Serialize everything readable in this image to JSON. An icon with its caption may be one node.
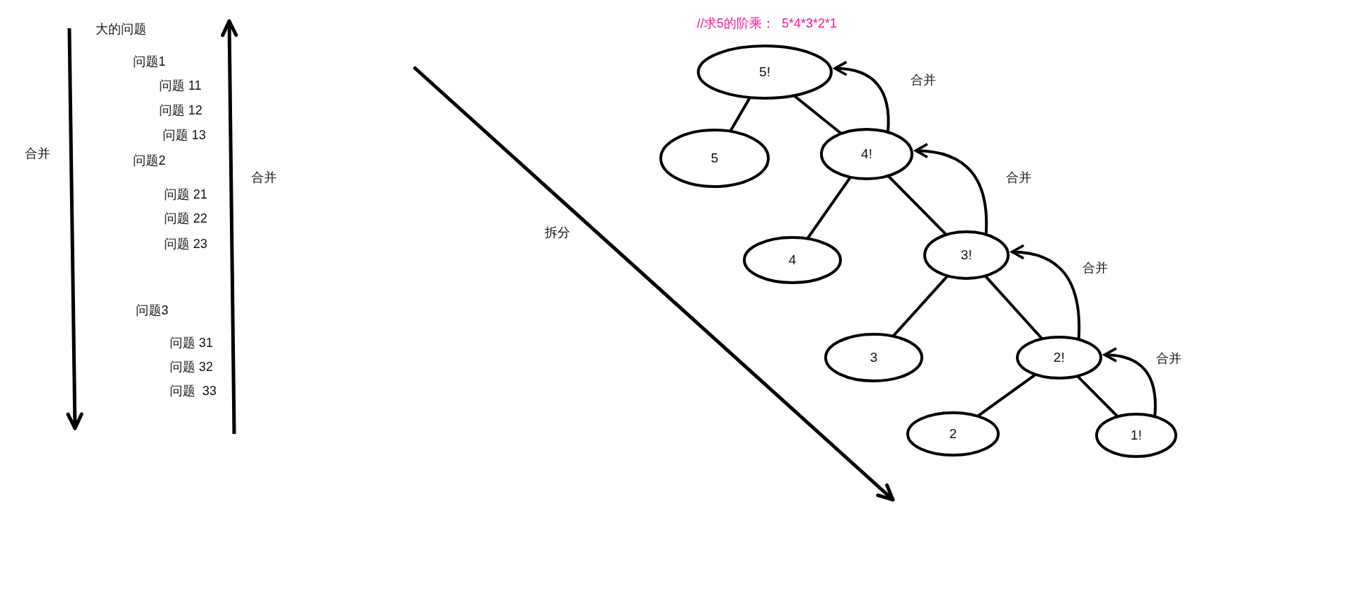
{
  "diagram": {
    "nodes": [
      {
        "text": [
          "5!"
        ]
      },
      {
        "text": [
          "5"
        ]
      },
      {
        "text": [
          "4!"
        ]
      },
      {
        "text": [
          "4"
        ]
      },
      {
        "text": [
          "3!"
        ]
      },
      {
        "text": [
          "3"
        ]
      },
      {
        "text": [
          "2!"
        ]
      },
      {
        "text": [
          "2"
        ]
      },
      {
        "text": [
          "1!"
        ]
      }
    ],
    "edges": [
      {
        "from": 0,
        "to": 1,
        "arrow": "none"
      },
      {
        "from": 0,
        "to": 2,
        "arrow": "none"
      },
      {
        "from": 2,
        "to": 0,
        "arrow": "to",
        "label": "合并"
      },
      {
        "from": 2,
        "to": 3,
        "arrow": "none"
      },
      {
        "from": 2,
        "to": 4,
        "arrow": "none"
      },
      {
        "from": 4,
        "to": 2,
        "arrow": "to",
        "label": "合并"
      },
      {
        "from": 4,
        "to": 5,
        "arrow": "none"
      },
      {
        "from": 4,
        "to": 6,
        "arrow": "none"
      },
      {
        "from": 6,
        "to": 4,
        "arrow": "to",
        "label": "合并"
      },
      {
        "from": 6,
        "to": 7,
        "arrow": "none"
      },
      {
        "from": 6,
        "to": 8,
        "arrow": "none"
      },
      {
        "from": 8,
        "to": 6,
        "arrow": "to",
        "label": "合并"
      }
    ],
    "labels": [
      "大的问题",
      "问题1",
      "问题 11",
      "问题 12",
      "问题 13",
      "合并",
      "问题2",
      "合并",
      "问题 21",
      "问题 22",
      "问题 23",
      "问题3",
      "问题 31",
      "问题 32",
      "问题  33",
      "//求5的阶乘：  5*4*3*2*1",
      "拆分"
    ]
  }
}
